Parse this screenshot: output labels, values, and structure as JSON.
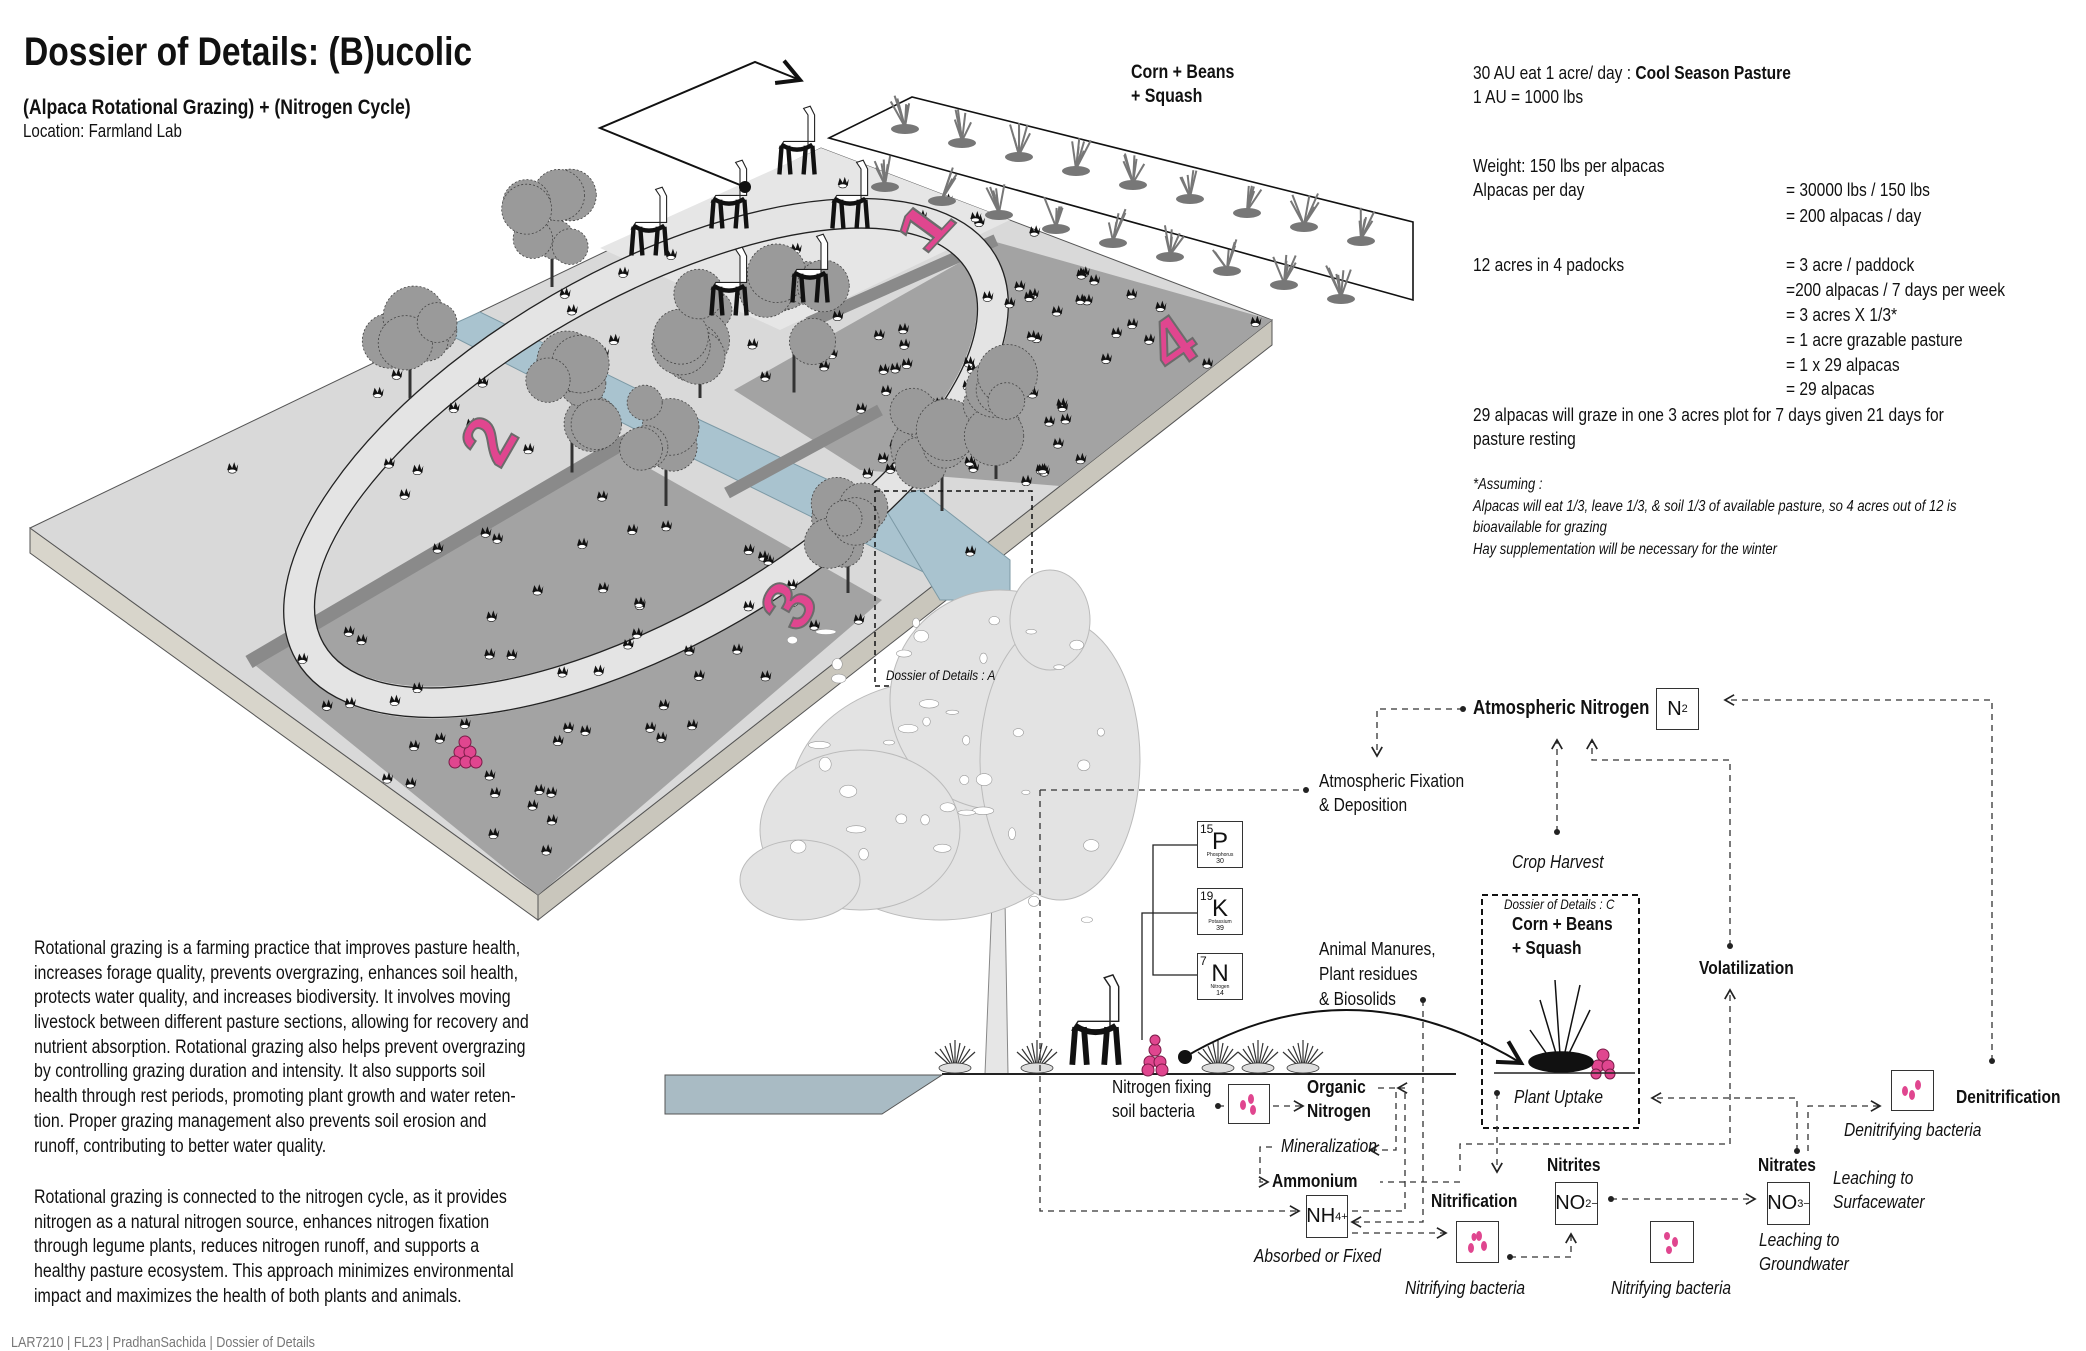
{
  "header": {
    "title": "Dossier of Details: (B)ucolic",
    "subtitle": "(Alpaca Rotational Grazing) + (Nitrogen Cycle)",
    "location": "Location: Farmland Lab"
  },
  "colors": {
    "accent_pink": "#e0468f",
    "water_blue": "#a9c3cf",
    "paddock_dark": "#a3a3a3",
    "paddock_light": "#d9d9d9",
    "tree_gray": "#e3e3e3"
  },
  "pasture": {
    "corn_label": [
      "Corn + Beans",
      "+ Squash"
    ],
    "paddock_numbers": [
      "1",
      "2",
      "3",
      "4"
    ],
    "detail_a_label": "Dossier of Details : A"
  },
  "calculations": {
    "line1_prefix": "30 AU eat 1 acre/ day : ",
    "line1_bold": "Cool Season Pasture",
    "line2": "1 AU = 1000 lbs",
    "rows": [
      {
        "left": "Weight: 150 lbs per alpacas",
        "right": ""
      },
      {
        "left": "Alpacas per day",
        "right": "= 30000 lbs / 150 lbs"
      },
      {
        "left": "",
        "right": "= 200 alpacas / day"
      },
      {
        "left": "12 acres in 4 padocks",
        "right": "= 3 acre / paddock"
      },
      {
        "left": "",
        "right": "=200 alpacas / 7 days per week"
      },
      {
        "left": "",
        "right": "= 3 acres X 1/3*"
      },
      {
        "left": "",
        "right": "= 1 acre grazable pasture"
      },
      {
        "left": "",
        "right": "= 1 x 29 alpacas"
      },
      {
        "left": "",
        "right": "= 29 alpacas"
      }
    ],
    "summary": [
      "29 alpacas will graze in one 3 acres plot for 7 days given 21 days for",
      "pasture resting"
    ],
    "notes": [
      "*Assuming :",
      "Alpacas will eat 1/3, leave 1/3, & soil 1/3 of available pasture, so 4 acres out of 12 is",
      "bioavailable for grazing",
      "Hay supplementation will be necessary for the winter"
    ]
  },
  "description": {
    "paragraph1": [
      "Rotational grazing is a  farming practice that improves pasture health,",
      "increases forage quality, prevents overgrazing, enhances soil health,",
      "protects water quality, and increases biodiversity. It involves moving",
      "livestock between different pasture sections, allowing for recovery and",
      "nutrient absorption. Rotational grazing also helps prevent overgrazing",
      "by controlling grazing duration and intensity. It also supports soil",
      "health through rest periods, promoting plant growth and water reten-",
      "tion. Proper grazing management also prevents soil erosion and",
      "runoff, contributing to better water quality."
    ],
    "paragraph2": [
      "Rotational grazing is connected to the nitrogen cycle, as it provides",
      "nitrogen as a natural nitrogen source, enhances nitrogen fixation",
      "through legume plants, reduces nitrogen runoff, and supports a",
      "healthy pasture ecosystem. This approach minimizes environmental",
      "impact and maximizes the health of both plants and animals."
    ]
  },
  "nitrogen_cycle": {
    "atmospheric_nitrogen": "Atmospheric Nitrogen",
    "n2": {
      "base": "N",
      "sub": "2"
    },
    "atmospheric_fixation": [
      "Atmospheric Fixation",
      "& Deposition"
    ],
    "crop_harvest": "Crop Harvest",
    "elements": [
      {
        "number": "15",
        "symbol": "P",
        "name": "Phosphorus",
        "mass": "30"
      },
      {
        "number": "19",
        "symbol": "K",
        "name": "Potassium",
        "mass": "39"
      },
      {
        "number": "7",
        "symbol": "N",
        "name": "Nitrogen",
        "mass": "14"
      }
    ],
    "animal_manures": [
      "Animal Manures,",
      "Plant residues",
      "& Biosolids"
    ],
    "detail_c": {
      "label": "Dossier of Details : C",
      "title": [
        "Corn + Beans",
        "+ Squash"
      ]
    },
    "plant_uptake": "Plant Uptake",
    "volatilization": "Volatilization",
    "denitrification": "Denitrification",
    "denitrifying_bacteria": "Denitrifying bacteria",
    "nitrogen_fixing": [
      "Nitrogen fixing",
      "soil bacteria"
    ],
    "organic_nitrogen": [
      "Organic",
      "Nitrogen"
    ],
    "mineralization": "Mineralization",
    "ammonium": "Ammonium",
    "nh4": {
      "base": "NH",
      "sub": "4",
      "sup": "+"
    },
    "absorbed": "Absorbed or Fixed",
    "nitrification": "Nitrification",
    "nitrifying_bacteria_1": "Nitrifying bacteria",
    "nitrifying_bacteria_2": "Nitrifying bacteria",
    "nitrites": "Nitrites",
    "no2": {
      "base": "NO",
      "sub": "2",
      "sup": "−"
    },
    "nitrates": "Nitrates",
    "no3": {
      "base": "NO",
      "sub": "3",
      "sup": "−"
    },
    "leaching_surface": [
      "Leaching to",
      "Surfacewater"
    ],
    "leaching_ground": [
      "Leaching to",
      "Groundwater"
    ]
  },
  "footer": "LAR7210 | FL23 | PradhanSachida | Dossier of Details"
}
